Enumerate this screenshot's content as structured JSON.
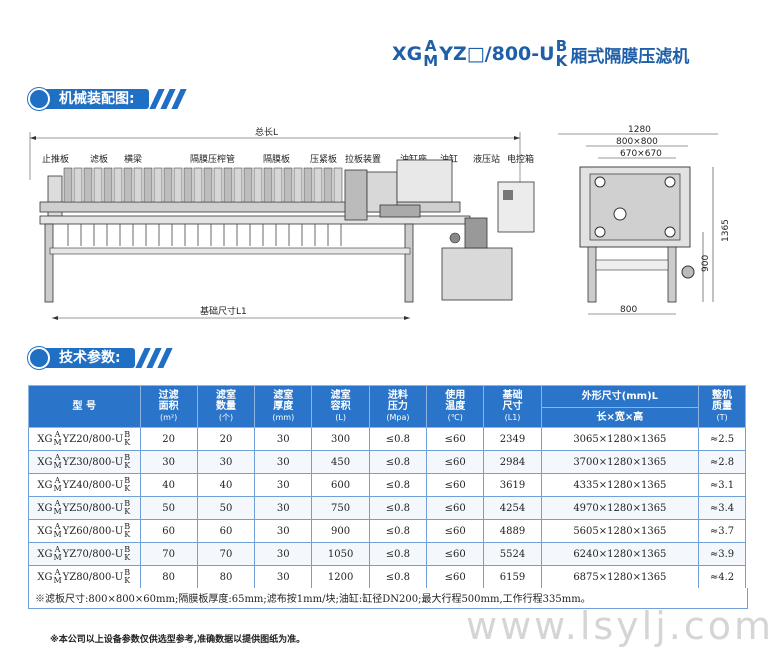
{
  "title": {
    "prefix": "XG",
    "top1": "A",
    "bottom1": "M",
    "middle": "YZ□/800-U",
    "top2": "B",
    "bottom2": "K",
    "suffix": "厢式隔膜压滤机"
  },
  "section1": "机械装配图:",
  "section2": "技术参数:",
  "drawing": {
    "total_length": "总长L",
    "foundation": "基础尺寸L1",
    "labels": [
      "止推板",
      "滤板",
      "横梁",
      "隔膜压榨管",
      "隔膜板",
      "压紧板",
      "拉板装置",
      "油缸座",
      "油缸",
      "液压站",
      "电控箱"
    ],
    "dims": {
      "d1280": "1280",
      "d800x800": "800×800",
      "d670x670": "670×670",
      "d1365": "1365",
      "d900": "900",
      "d800": "800"
    }
  },
  "table": {
    "headers": [
      {
        "text": "型 号",
        "unit": ""
      },
      {
        "text": "过滤\n面积",
        "unit": "(m²)"
      },
      {
        "text": "滤室\n数量",
        "unit": "(个)"
      },
      {
        "text": "滤室\n厚度",
        "unit": "(mm)"
      },
      {
        "text": "滤室\n容积",
        "unit": "(L)"
      },
      {
        "text": "进料\n压力",
        "unit": "(Mpa)"
      },
      {
        "text": "使用\n温度",
        "unit": "(℃)"
      },
      {
        "text": "基础\n尺寸",
        "unit": "(L1)"
      },
      {
        "text": "外形尺寸(mm)L",
        "unit": "长×宽×高"
      },
      {
        "text": "整机\n质量",
        "unit": "(T)"
      }
    ],
    "rows": [
      {
        "model": "20",
        "area": "20",
        "count": "20",
        "thick": "30",
        "vol": "300",
        "press": "≤0.8",
        "temp": "≤60",
        "base": "2349",
        "dim": "3065×1280×1365",
        "mass": "≈2.5"
      },
      {
        "model": "30",
        "area": "30",
        "count": "30",
        "thick": "30",
        "vol": "450",
        "press": "≤0.8",
        "temp": "≤60",
        "base": "2984",
        "dim": "3700×1280×1365",
        "mass": "≈2.8"
      },
      {
        "model": "40",
        "area": "40",
        "count": "40",
        "thick": "30",
        "vol": "600",
        "press": "≤0.8",
        "temp": "≤60",
        "base": "3619",
        "dim": "4335×1280×1365",
        "mass": "≈3.1"
      },
      {
        "model": "50",
        "area": "50",
        "count": "50",
        "thick": "30",
        "vol": "750",
        "press": "≤0.8",
        "temp": "≤60",
        "base": "4254",
        "dim": "4970×1280×1365",
        "mass": "≈3.4"
      },
      {
        "model": "60",
        "area": "60",
        "count": "60",
        "thick": "30",
        "vol": "900",
        "press": "≤0.8",
        "temp": "≤60",
        "base": "4889",
        "dim": "5605×1280×1365",
        "mass": "≈3.7"
      },
      {
        "model": "70",
        "area": "70",
        "count": "70",
        "thick": "30",
        "vol": "1050",
        "press": "≤0.8",
        "temp": "≤60",
        "base": "5524",
        "dim": "6240×1280×1365",
        "mass": "≈3.9"
      },
      {
        "model": "80",
        "area": "80",
        "count": "80",
        "thick": "30",
        "vol": "1200",
        "press": "≤0.8",
        "temp": "≤60",
        "base": "6159",
        "dim": "6875×1280×1365",
        "mass": "≈4.2"
      }
    ],
    "model_prefix": "XG",
    "model_mid": "YZ",
    "model_suffix": "/800-U"
  },
  "footnote": "※滤板尺寸:800×800×60mm;隔膜板厚度:65mm;滤布按1mm/块;油缸:缸径DN200;最大行程500mm,工作行程335mm。",
  "disclaimer": "※本公司以上设备参数仅供选型参考,准确数据以提供图纸为准。",
  "watermark": "www.lsylj.com"
}
